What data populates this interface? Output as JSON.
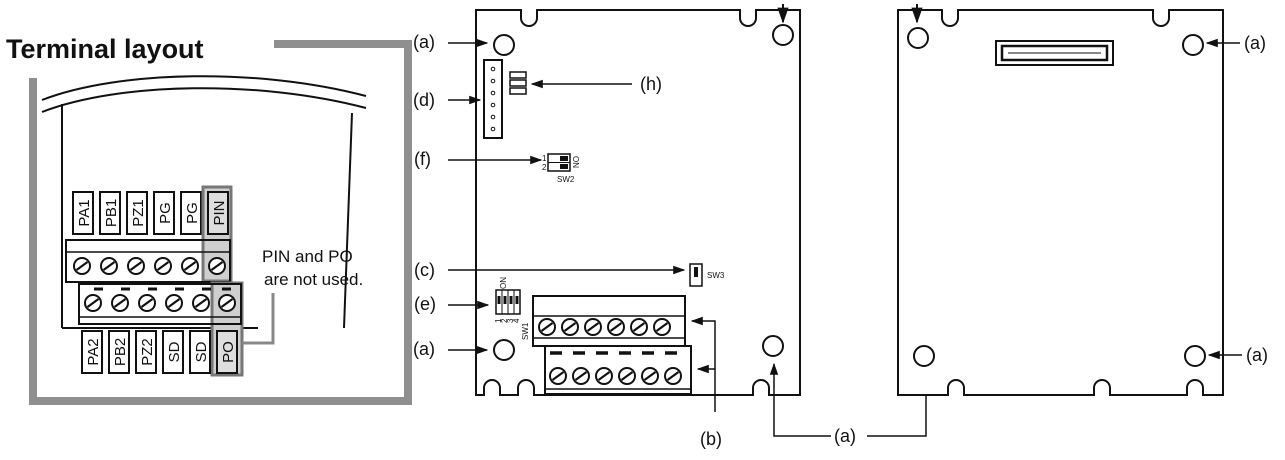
{
  "title": "Terminal layout",
  "note": [
    "PIN and PO",
    "are not used."
  ],
  "terminals": {
    "top": [
      "PA1",
      "PB1",
      "PZ1",
      "PG",
      "PG",
      "PIN"
    ],
    "bottom": [
      "PA2",
      "PB2",
      "PZ2",
      "SD",
      "SD",
      "PO"
    ]
  },
  "callouts": {
    "a": "(a)",
    "b": "(b)",
    "c": "(c)",
    "d": "(d)",
    "e": "(e)",
    "f": "(f)",
    "h": "(h)"
  },
  "switches": {
    "sw1": "SW1",
    "sw2": "SW2",
    "sw3": "SW3",
    "sw1_on": "ON",
    "sw2_on": "ON",
    "sw1_nums": [
      "1",
      "2",
      "3",
      "4"
    ],
    "sw2_nums": [
      "1",
      "2"
    ]
  }
}
